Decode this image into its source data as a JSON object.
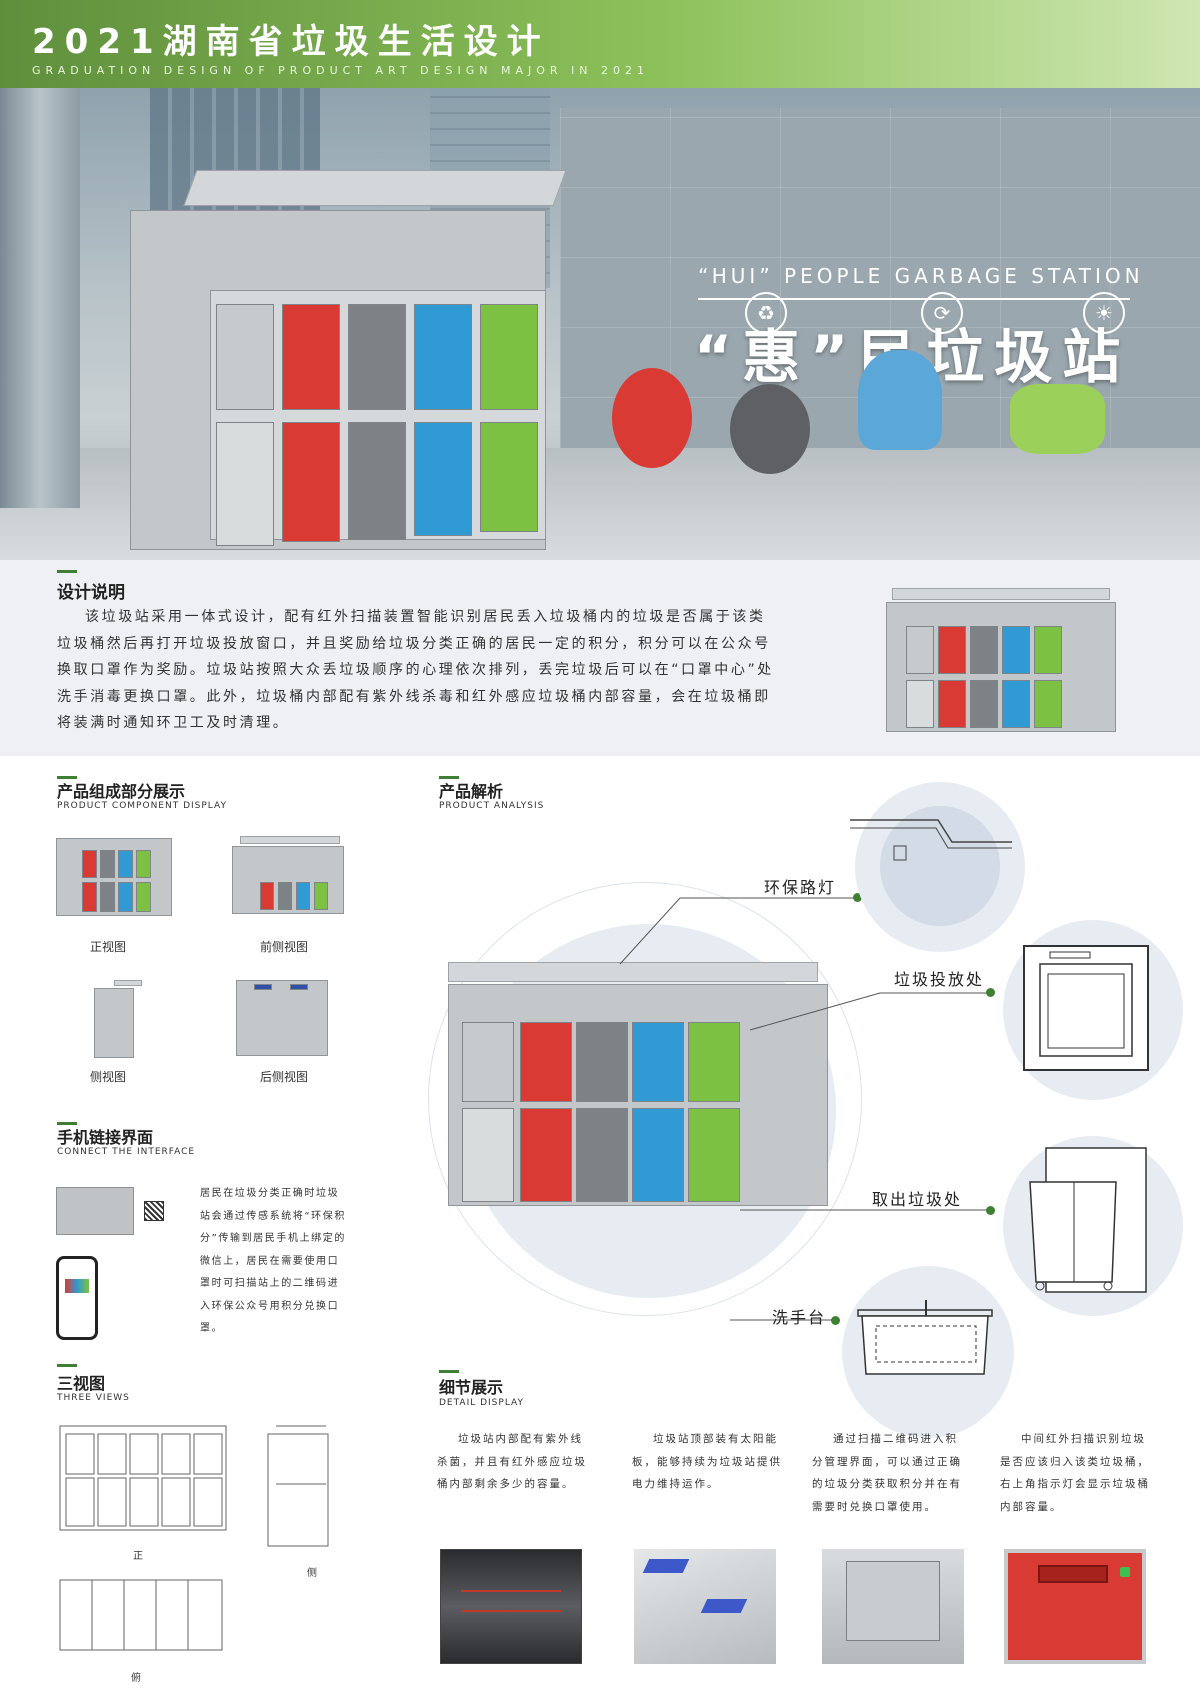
{
  "header": {
    "title": "2021湖南省垃圾生活设计",
    "subtitle": "GRADUATION DESIGN OF PRODUCT ART DESIGN MAJOR IN 2021"
  },
  "hero": {
    "title_en": "“HUI” PEOPLE GARBAGE STATION",
    "title_cn": "“惠”民垃圾站"
  },
  "design_intro": {
    "title": "设计说明",
    "text": "该垃圾站采用一体式设计，配有红外扫描装置智能识别居民丢入垃圾桶内的垃圾是否属于该类垃圾桶然后再打开垃圾投放窗口，并且奖励给垃圾分类正确的居民一定的积分，积分可以在公众号换取口罩作为奖励。垃圾站按照大众丢垃圾顺序的心理依次排列，丢完垃圾后可以在“口罩中心”处洗手消毒更换口罩。此外，垃圾桶内部配有紫外线杀毒和红外感应垃圾桶内部容量，会在垃圾桶即将装满时通知环卫工及时清理。"
  },
  "components": {
    "title": "产品组成部分展示",
    "title_en": "PRODUCT COMPONENT DISPLAY",
    "views": [
      "正视图",
      "前侧视图",
      "侧视图",
      "后侧视图"
    ]
  },
  "phone": {
    "title": "手机链接界面",
    "title_en": "CONNECT THE INTERFACE",
    "text": "居民在垃圾分类正确时垃圾站会通过传感系统将“环保积分”传输到居民手机上绑定的微信上，居民在需要使用口罩时可扫描站上的二维码进入环保公众号用积分兑换口罩。"
  },
  "three_views": {
    "title": "三视图",
    "title_en": "THREE VIEWS",
    "front": "正",
    "side": "侧",
    "top": "俯"
  },
  "analysis": {
    "title": "产品解析",
    "title_en": "PRODUCT ANALYSIS",
    "callouts": [
      "环保路灯",
      "垃圾投放处",
      "取出垃圾处",
      "洗手台"
    ]
  },
  "details": {
    "title": "细节展示",
    "title_en": "DETAIL DISPLAY",
    "items": [
      "垃圾站内部配有紫外线杀菌，并且有红外感应垃圾桶内部剩余多少的容量。",
      "垃圾站顶部装有太阳能板，能够持续为垃圾站提供电力维持运作。",
      "通过扫描二维码进入积分管理界面，可以通过正确的垃圾分类获取积分并在有需要时兑换口罩使用。",
      "中间红外扫描识别垃圾是否应该归入该类垃圾桶，右上角指示灯会显示垃圾桶内部容量。"
    ]
  },
  "colors": {
    "accent": "#3f7f33",
    "red_bin": "#d93a33",
    "grey_bin": "#7d8286",
    "blue_bin": "#2f9ad3",
    "green_bin": "#7cc142"
  }
}
